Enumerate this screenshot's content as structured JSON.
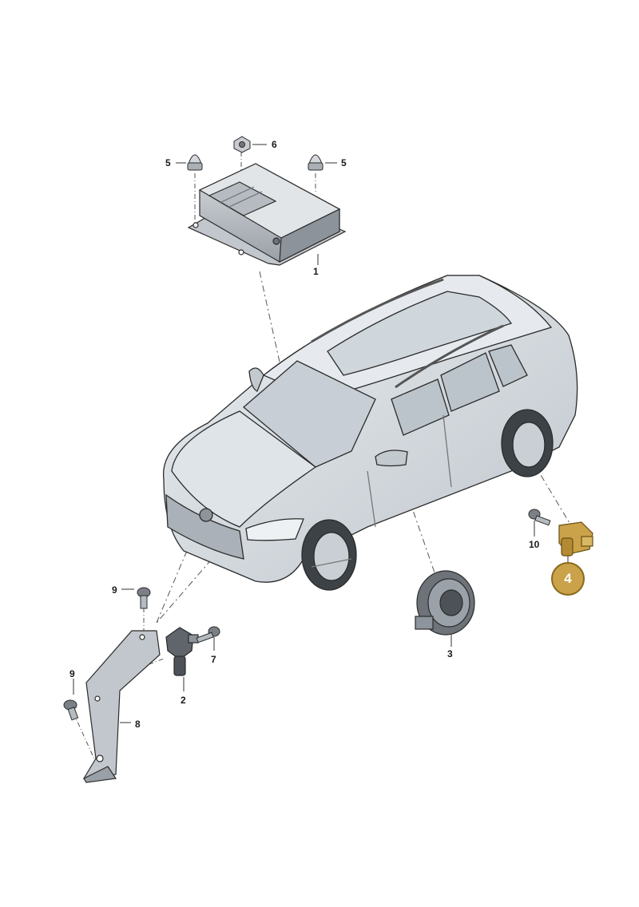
{
  "colors": {
    "highlight": "#c9a24a",
    "part_fill": "#c8ccd1",
    "part_dark": "#7b8087",
    "outline": "#2b2b2b",
    "car_body": "#d7dde2"
  },
  "callouts": {
    "control_unit": "1",
    "sensor_front": "2",
    "speaker_sensor": "3",
    "selected_sensor": "4",
    "nut_left": "5",
    "nut_right": "5",
    "nut_center": "6",
    "screw_7": "7",
    "bracket": "8",
    "screw_9_top": "9",
    "screw_9_bottom": "9",
    "screw_10": "10"
  }
}
